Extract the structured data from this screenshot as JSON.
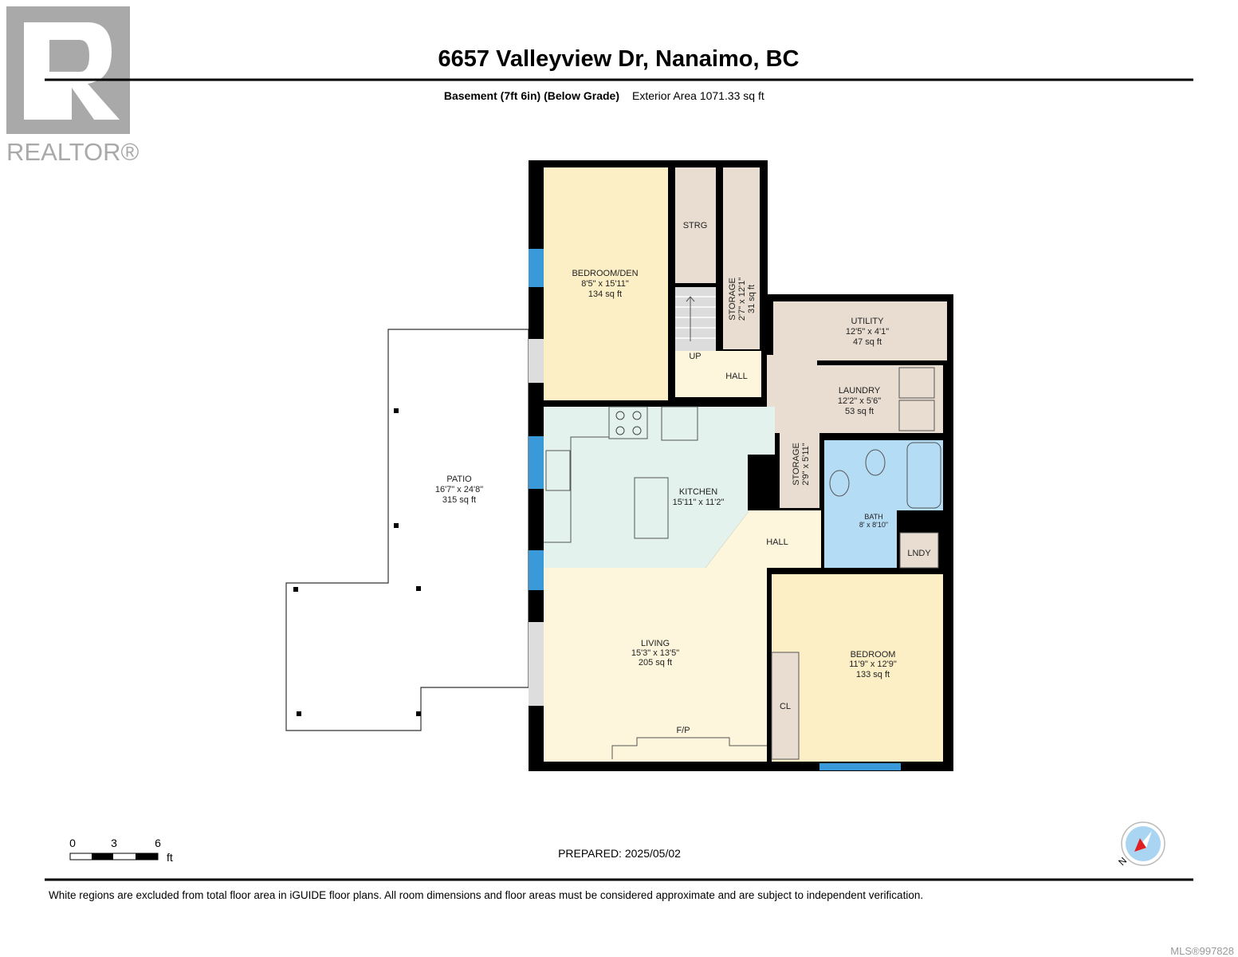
{
  "header": {
    "title": "6657 Valleyview Dr, Nanaimo, BC",
    "level": "Basement (7ft 6in) (Below Grade)",
    "exterior_area": "Exterior Area 1071.33 sq ft"
  },
  "logo": {
    "text": "REALTOR®"
  },
  "rooms": {
    "bedroom_den": {
      "name": "BEDROOM/DEN",
      "dims": "8'5\" x 15'11\"",
      "area": "134 sq ft"
    },
    "strg": {
      "name": "STRG"
    },
    "storage1": {
      "name": "STORAGE",
      "dims": "2'7\" x 12'1\"",
      "area": "31 sq ft"
    },
    "up": {
      "name": "UP"
    },
    "hall1": {
      "name": "HALL"
    },
    "utility": {
      "name": "UTILITY",
      "dims": "12'5\" x 4'1\"",
      "area": "47 sq ft"
    },
    "laundry": {
      "name": "LAUNDRY",
      "dims": "12'2\" x 5'6\"",
      "area": "53 sq ft"
    },
    "kitchen": {
      "name": "KITCHEN",
      "dims": "15'11\" x 11'2\""
    },
    "storage2": {
      "name": "STORAGE",
      "dims": "2'9\" x 5'11\""
    },
    "bath": {
      "name": "BATH",
      "dims": "8' x 8'10\""
    },
    "hall2": {
      "name": "HALL"
    },
    "lndy": {
      "name": "LNDY"
    },
    "living": {
      "name": "LIVING",
      "dims": "15'3\" x 13'5\"",
      "area": "205 sq ft"
    },
    "bedroom": {
      "name": "BEDROOM",
      "dims": "11'9\" x 12'9\"",
      "area": "133 sq ft"
    },
    "cl": {
      "name": "CL"
    },
    "fp": {
      "name": "F/P"
    },
    "patio": {
      "name": "PATIO",
      "dims": "16'7\" x 24'8\"",
      "area": "315 sq ft"
    }
  },
  "scale": {
    "ticks": [
      "0",
      "3",
      "6"
    ],
    "unit": "ft"
  },
  "prepared": "PREPARED: 2025/05/02",
  "compass": {
    "label": "N"
  },
  "disclaimer": "White regions are excluded from total floor area in iGUIDE floor plans. All room dimensions and floor areas must be considered approximate and are subject to independent verification.",
  "mls": "MLS®997828",
  "colors": {
    "bedroom": "#fcefc6",
    "hall": "#fdf6dc",
    "kitchen": "#e3f2ec",
    "storage": "#e8ddd0",
    "bath": "#b5dcf5",
    "window": "#3a9ad9"
  }
}
